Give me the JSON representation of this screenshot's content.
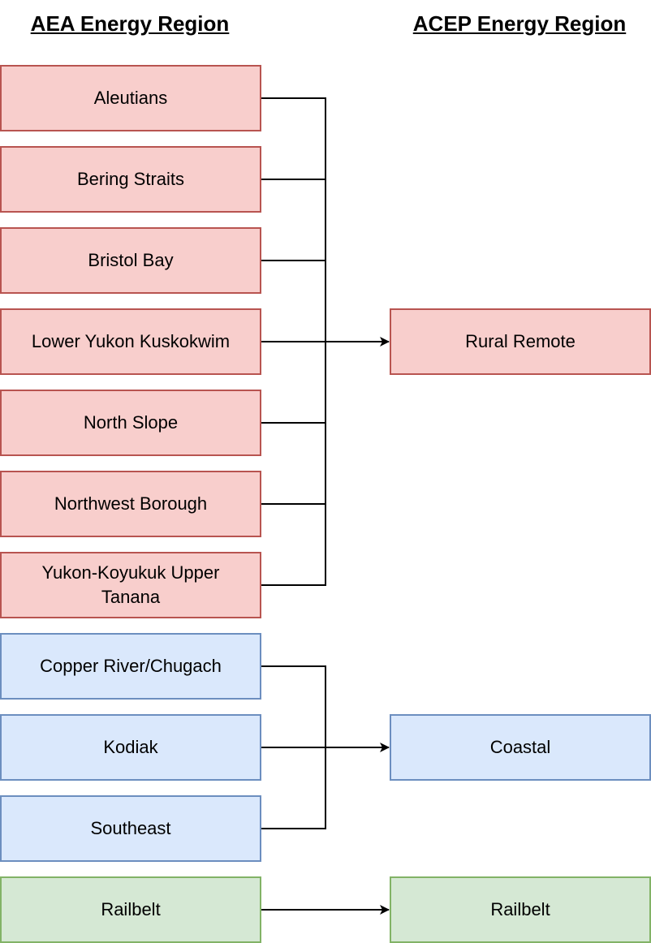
{
  "headers": {
    "left": "AEA Energy Region",
    "right": "ACEP Energy Region"
  },
  "colors": {
    "red_fill": "#f8cecc",
    "red_border": "#b85450",
    "blue_fill": "#dae8fc",
    "blue_border": "#6c8ebf",
    "green_fill": "#d5e8d4",
    "green_border": "#82b366"
  },
  "aea_regions": [
    "Aleutians",
    "Bering Straits",
    "Bristol Bay",
    "Lower Yukon Kuskokwim",
    "North Slope",
    "Northwest Borough",
    "Yukon-Koyukuk Upper Tanana",
    "Copper River/Chugach",
    "Kodiak",
    "Southeast",
    "Railbelt"
  ],
  "acep_regions": [
    "Rural Remote",
    "Coastal",
    "Railbelt"
  ]
}
